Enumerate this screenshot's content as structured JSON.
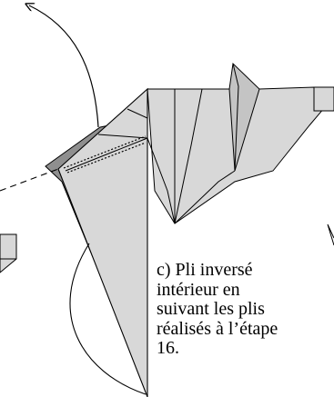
{
  "caption": {
    "lines": [
      "c) Pli inversé",
      "intérieur en",
      "suivant les plis",
      "réalisés à l’étape",
      "16."
    ]
  },
  "colors": {
    "paper_light": "#d8d8d8",
    "paper_mid": "#c4c4c4",
    "paper_dark": "#8f8f8f",
    "line": "#000000",
    "background": "#ffffff"
  }
}
